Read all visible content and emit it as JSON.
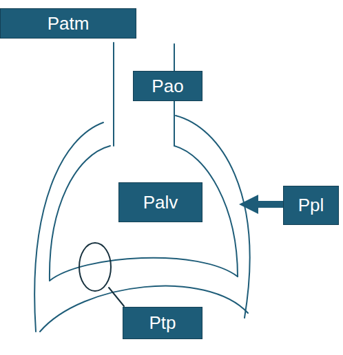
{
  "diagram": {
    "nodes": [
      {
        "text": [
          "Patm"
        ]
      },
      {
        "text": [
          "Pao"
        ]
      },
      {
        "text": [
          "Palv"
        ]
      },
      {
        "text": [
          "Ppl"
        ]
      },
      {
        "text": [
          "Ptp"
        ]
      }
    ]
  }
}
